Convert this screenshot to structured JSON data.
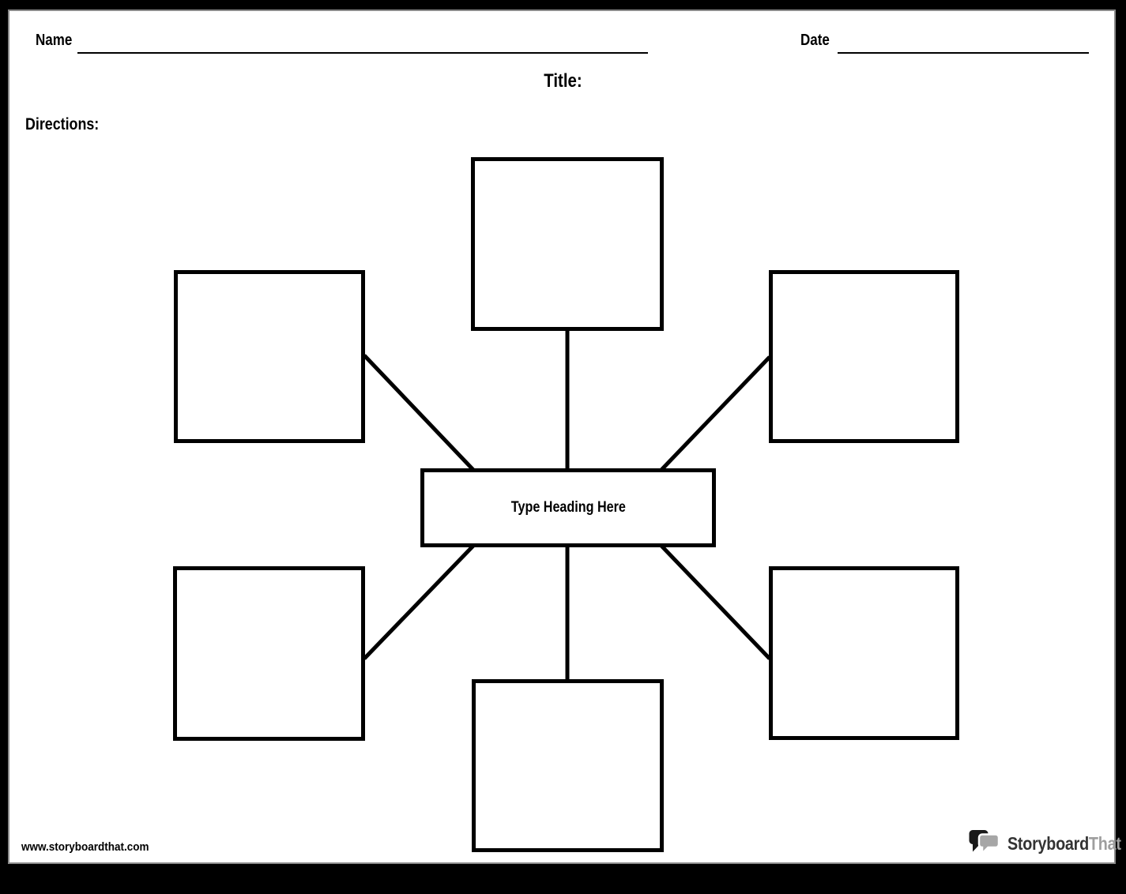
{
  "document": {
    "name_label": "Name",
    "date_label": "Date",
    "title_label": "Title:",
    "directions_label": "Directions:",
    "name_value": "",
    "date_value": ""
  },
  "spider_map": {
    "center_label": "Type Heading Here",
    "spoke_count": 6,
    "spoke_values": [
      "",
      "",
      "",
      "",
      "",
      ""
    ]
  },
  "footer": {
    "website_url": "www.storyboardthat.com",
    "logo": {
      "text_primary": "Storyboard",
      "text_secondary": "That"
    }
  },
  "colors": {
    "frame": "#000000",
    "paper": "#ffffff",
    "ink": "#000000",
    "paper_shadow": "#8a8a8a",
    "logo_text_primary": "#333333",
    "logo_text_secondary": "#9e9e9e",
    "logo_bubble_dark": "#1a1a1a",
    "logo_bubble_light": "#a6a6a6"
  }
}
